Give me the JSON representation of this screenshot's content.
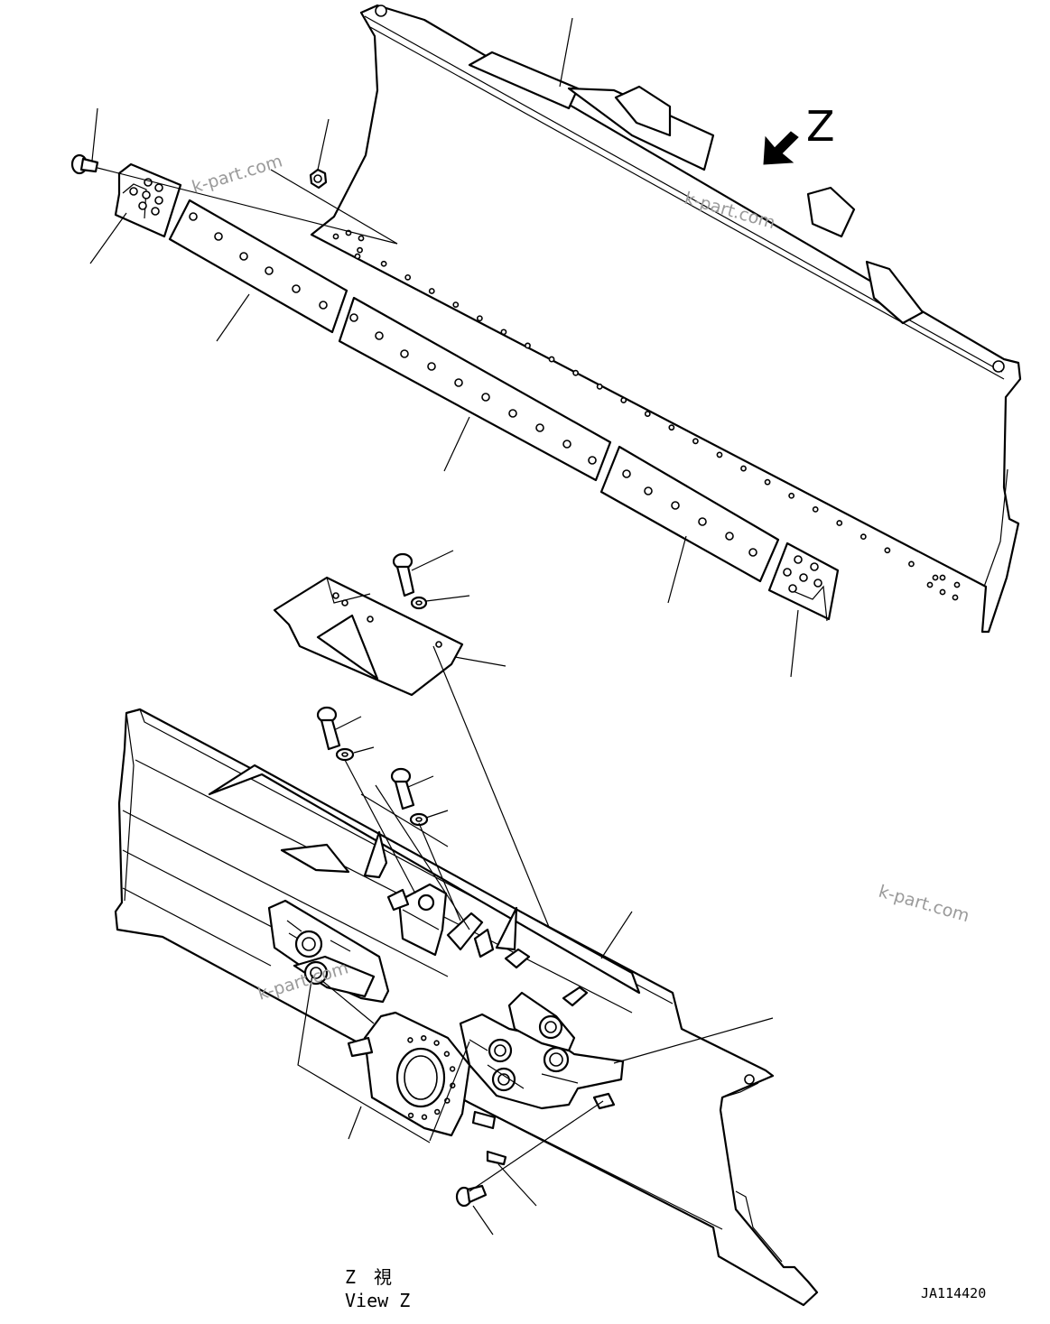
{
  "diagram": {
    "view_label": "Z",
    "caption_jp": "Z　視",
    "caption_en": "View Z",
    "drawing_code": "JA114420",
    "watermarks": [
      "k-part.com",
      "k-part.com",
      "k-part.com",
      "k-part.com"
    ]
  }
}
